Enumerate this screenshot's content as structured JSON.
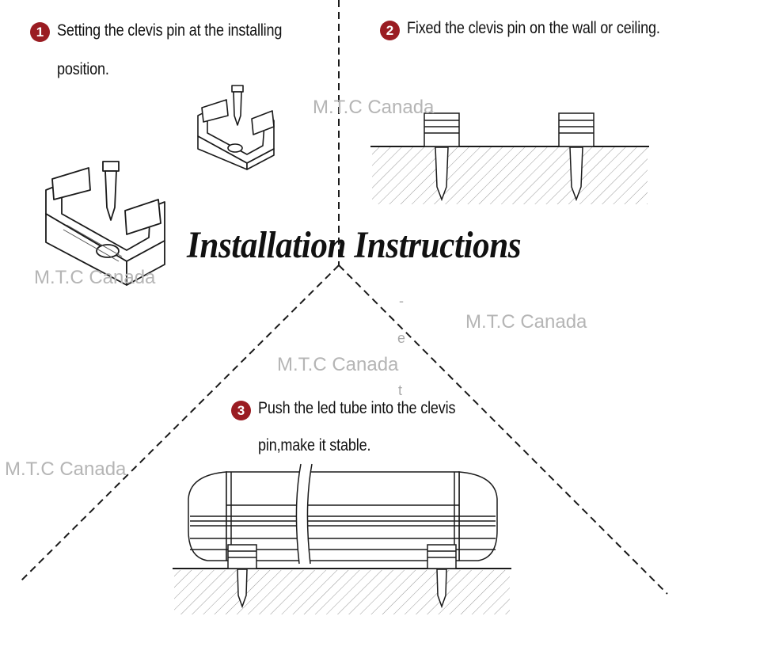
{
  "steps": [
    {
      "number": "1",
      "line1": "Setting the clevis pin at the installing",
      "line2": "position."
    },
    {
      "number": "2",
      "line1": "Fixed the clevis pin on the wall or ceiling.",
      "line2": ""
    },
    {
      "number": "3",
      "line1": "Push the led tube into the clevis",
      "line2": "pin,make it stable."
    }
  ],
  "title": "Installation Instructions",
  "watermark": "M.T.C Canada",
  "fragments": [
    "-",
    "e",
    "t"
  ],
  "colors": {
    "badge": "#9a1c22",
    "ink": "#1a1a1a",
    "watermark": "#b5b5b5",
    "hatch": "#9a9a9a"
  }
}
